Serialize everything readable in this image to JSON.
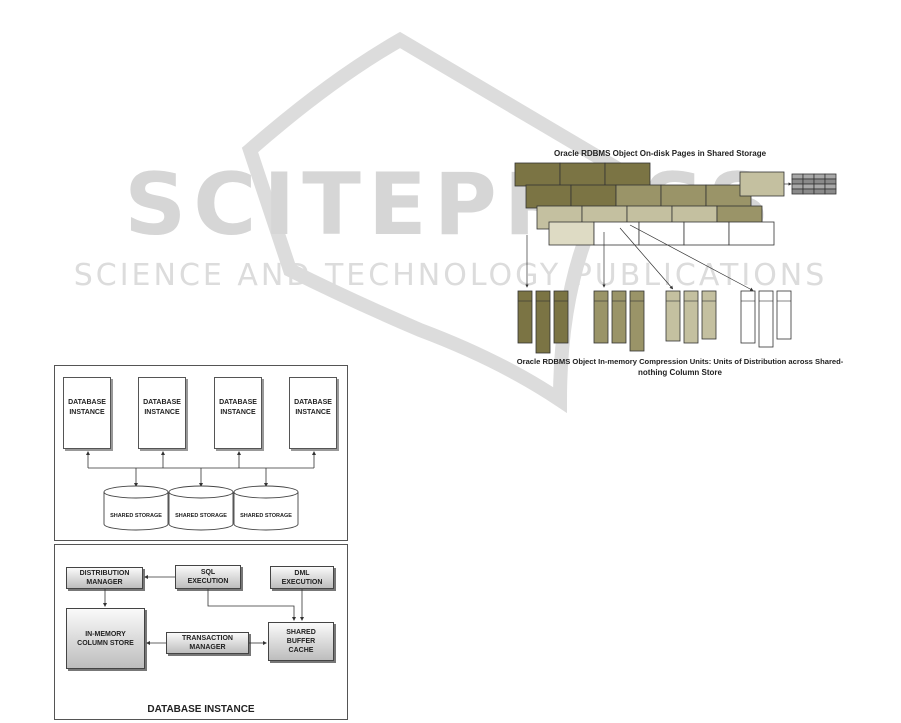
{
  "watermark": {
    "title": "SCITEPRESS",
    "subtitle": "SCIENCE AND TECHNOLOGY PUBLICATIONS"
  },
  "fig_cluster": {
    "instances": [
      "DATABASE INSTANCE",
      "DATABASE INSTANCE",
      "DATABASE INSTANCE",
      "DATABASE INSTANCE"
    ],
    "storages": [
      "SHARED STORAGE",
      "SHARED STORAGE",
      "SHARED STORAGE"
    ]
  },
  "fig_instance": {
    "distribution_manager": "DISTRIBUTION MANAGER",
    "sql_execution": "SQL EXECUTION",
    "dml_execution": "DML EXECUTION",
    "in_memory_column_store": "IN-MEMORY COLUMN STORE",
    "transaction_manager": "TRANSACTION MANAGER",
    "shared_buffer_cache": "SHARED BUFFER CACHE",
    "title": "DATABASE INSTANCE"
  },
  "fig_pages": {
    "top_caption": "Oracle RDBMS Object On-disk Pages in Shared Storage",
    "bottom_caption_line1": "Oracle RDBMS Object In-memory Compression Units: Units of Distribution across Shared-",
    "bottom_caption_line2": "nothing Column Store",
    "colors": {
      "dark": "#7b7444",
      "medium": "#9a9468",
      "light": "#c4c0a0",
      "pale": "#dedbc4",
      "white": "#ffffff"
    }
  }
}
